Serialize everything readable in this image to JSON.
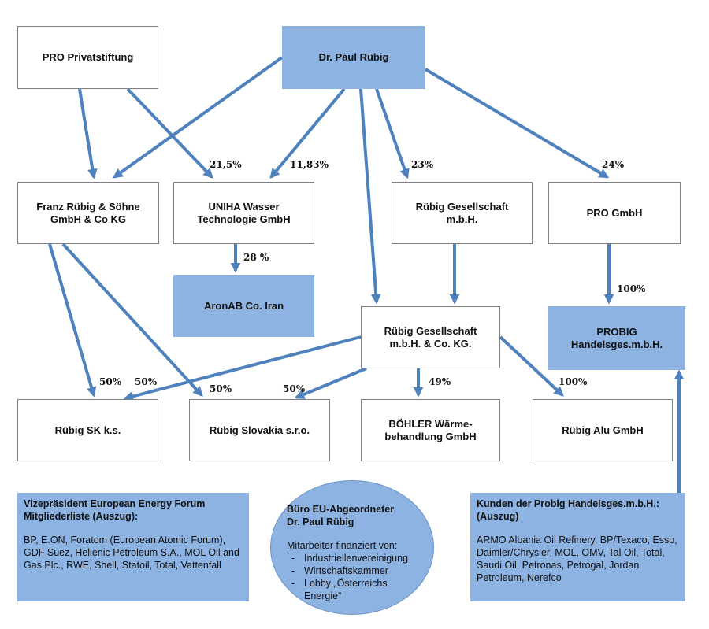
{
  "nodes": {
    "pro_privatstiftung": "PRO Privatstiftung",
    "paul_rubig": "Dr. Paul Rübig",
    "franz_rubig": "Franz Rübig & Söhne GmbH & Co KG",
    "uniha": "UNIHA Wasser Technologie GmbH",
    "rubig_gesellschaft": "Rübig Gesellschaft m.b.H.",
    "pro_gmbh": "PRO GmbH",
    "aronab": "AronAB Co. Iran",
    "rubig_gesellschaft_kg": "Rübig Gesellschaft m.b.H. & Co. KG.",
    "probig": "PROBIG Handelsges.m.b.H.",
    "rubig_sk": "Rübig SK k.s.",
    "rubig_slovakia": "Rübig Slovakia s.r.o.",
    "bohler": "BÖHLER Wärme-behandlung GmbH",
    "rubig_alu": "Rübig Alu GmbH"
  },
  "percent_labels": {
    "uniha_215": "21,5%",
    "uniha_1183": "11,83%",
    "rubig_gesellschaft_23": "23%",
    "pro_gmbh_24": "24%",
    "aronab_28": "28 %",
    "probig_100": "100%",
    "sk_50_a": "50%",
    "sk_50_b": "50%",
    "slovakia_50_a": "50%",
    "slovakia_50_b": "50%",
    "bohler_49": "49%",
    "alu_100": "100%"
  },
  "panels": {
    "energy_forum": {
      "title": "Vizepräsident European Energy Forum Mitgliederliste (Auszug):",
      "body": "BP, E.ON, Foratom  (European Atomic Forum), GDF Suez, Hellenic Petroleum S.A., MOL Oil and Gas Plc., RWE, Shell, Statoil, Total, Vattenfall"
    },
    "buero": {
      "title_line1": "Büro EU-Abgeordneter",
      "title_line2": "Dr. Paul Rübig",
      "intro": "Mitarbeiter finanziert von:",
      "items": [
        "Industriellenvereinigung",
        "Wirtschaftskammer",
        "Lobby „Österreichs Energie“"
      ]
    },
    "kunden": {
      "title": "Kunden der Probig Handelsges.m.b.H.: (Auszug)",
      "body": "ARMO Albania Oil Refinery, BP/Texaco, Esso, Daimler/Chrysler, MOL, OMV, Tal Oil, Total, Saudi Oil, Petronas, Petrogal, Jordan Petroleum, Nerefco"
    }
  },
  "colors": {
    "arrow": "#4f81bd",
    "fill_blue": "#8db3e2",
    "border": "#7f7f7f"
  }
}
